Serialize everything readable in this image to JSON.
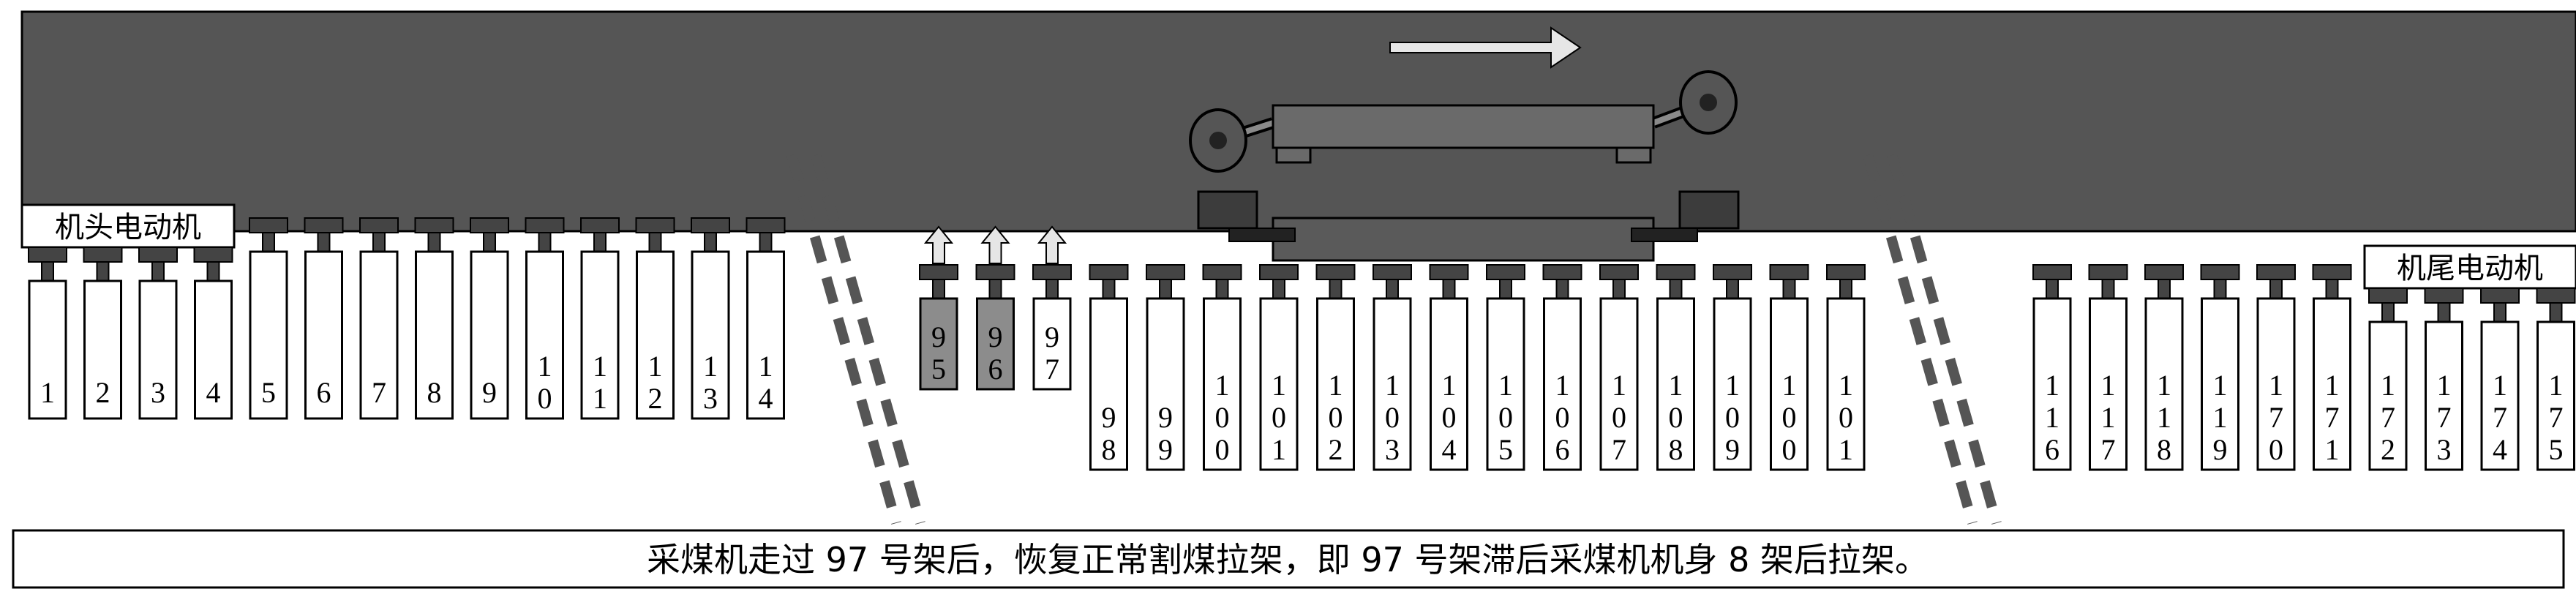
{
  "labels": {
    "head_motor": "机头电动机",
    "tail_motor": "机尾电动机"
  },
  "caption": "采煤机走过 97 号架后，恢复正常割煤拉架，即 97 号架滞后采煤机机身 8 架后拉架。",
  "supports": {
    "group1": [
      "1",
      "2",
      "3",
      "4",
      "5",
      "6",
      "7",
      "8",
      "9",
      "10",
      "11",
      "12",
      "13",
      "14"
    ],
    "group2": [
      "95",
      "96",
      "97",
      "98",
      "99",
      "100",
      "101",
      "102",
      "103",
      "104",
      "105",
      "106",
      "107",
      "108",
      "109",
      "100",
      "101"
    ],
    "group3": [
      "116",
      "117",
      "118",
      "119",
      "170",
      "171",
      "172",
      "173",
      "174",
      "175"
    ]
  },
  "highlighted_supports": [
    "95",
    "96"
  ],
  "moving_supports": [
    "95",
    "96",
    "97"
  ],
  "colors": {
    "coal_seam": "#555555",
    "highlight": "#8c8c8c",
    "arrow_fill": "#e6e6e6",
    "shearer_body": "#6a6a6a",
    "break_marks": "#555555"
  },
  "icons": {
    "direction": "arrow-right-icon",
    "shearer": "shearer-icon",
    "break": "break-mark-icon",
    "advance": "arrow-up-icon"
  }
}
